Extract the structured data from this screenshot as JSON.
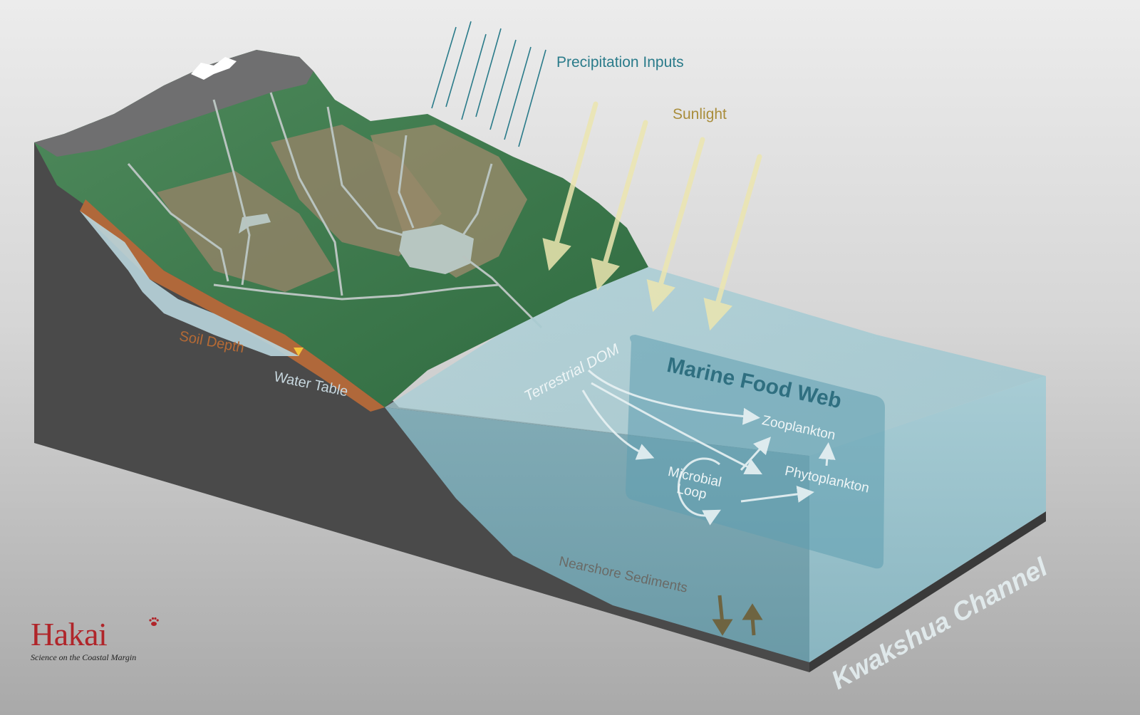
{
  "labels": {
    "precipitation": "Precipitation Inputs",
    "sunlight": "Sunlight",
    "soil_depth": "Soil Depth",
    "water_table": "Water Table",
    "terrestrial_dom": "Terrestrial DOM",
    "marine_food_web": "Marine Food Web",
    "zooplankton": "Zooplankton",
    "phytoplankton": "Phytoplankton",
    "microbial_line1": "Microbial",
    "microbial_line2": "Loop",
    "nearshore_sediments": "Nearshore Sediments",
    "channel": "Kwakshua Channel"
  },
  "logo": {
    "name": "Hakai",
    "tagline": "Science on the Coastal Margin"
  },
  "colors": {
    "precipitation": "#2a7b8a",
    "sunlight": "#a98d3b",
    "soil": "#b56a35",
    "logo": "#b0252a",
    "water": "#7fb6c4",
    "forest": "#3f7a4c"
  }
}
